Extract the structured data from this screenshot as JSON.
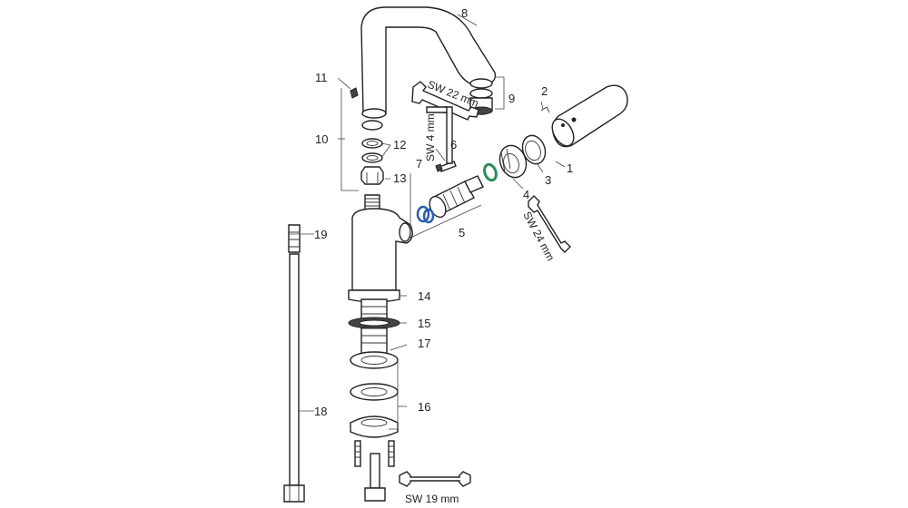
{
  "callouts": {
    "c1": "1",
    "c2": "2",
    "c3": "3",
    "c4": "4",
    "c5": "5",
    "c6": "6",
    "c7": "7",
    "c8": "8",
    "c9": "9",
    "c10": "10",
    "c11": "11",
    "c12": "12",
    "c13": "13",
    "c14": "14",
    "c15": "15",
    "c16": "16",
    "c17": "17",
    "c18": "18",
    "c19": "19"
  },
  "tools": {
    "sw22": "SW 22 mm",
    "sw4": "SW 4 mm",
    "sw24": "SW 24 mm",
    "sw19": "SW 19 mm"
  },
  "colors": {
    "seal_blue": "#2a5db0",
    "seal_green": "#2e8b57",
    "line": "#222222"
  }
}
